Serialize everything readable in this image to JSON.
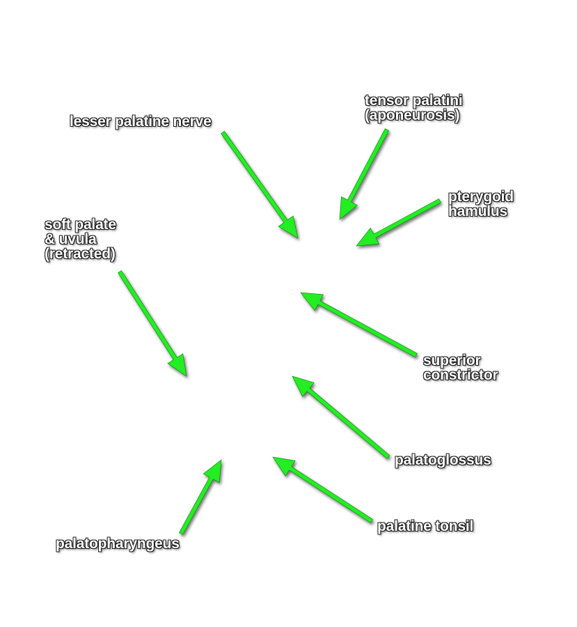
{
  "colors": {
    "arrow": "#22ee22",
    "label_text": "#ffffff",
    "label_outline": "#1a1a1a",
    "background": "#ffffff"
  },
  "labels": {
    "tensor_palatini": [
      "tensor palatini",
      "(aponeurosis)"
    ],
    "lesser_palatine_nerve": [
      "lesser palatine nerve"
    ],
    "pterygoid_hamulus": [
      "pterygoid",
      "hamulus"
    ],
    "soft_palate": [
      "soft palate",
      "& uvula",
      "(retracted)"
    ],
    "superior_constrictor": [
      "superior",
      "constrictor"
    ],
    "palatoglossus": [
      "palatoglossus"
    ],
    "palatine_tonsil": [
      "palatine tonsil"
    ],
    "palatopharyngeus": [
      "palatopharyngeus"
    ]
  }
}
